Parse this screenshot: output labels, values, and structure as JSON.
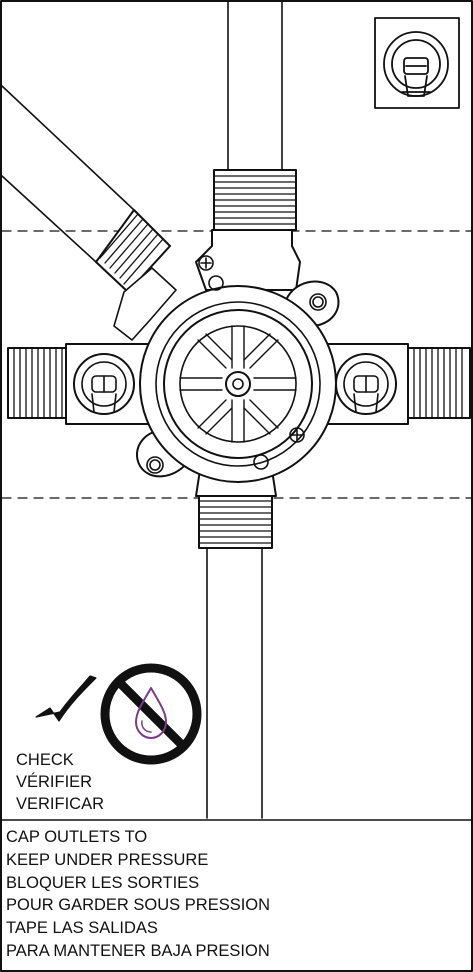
{
  "icons": {
    "inset": "valve-cartridge-inset-icon",
    "check": "checkmark-icon",
    "prohibited": "no-water-drop-icon"
  },
  "colors": {
    "line": "#111111",
    "drop": "#7a3c86",
    "background": "#ffffff"
  },
  "check_labels": [
    "CHECK",
    "VÉRIFIER",
    "VERIFICAR"
  ],
  "instructions": [
    "CAP OUTLETS TO",
    "KEEP UNDER PRESSURE",
    "BLOQUER LES SORTIES",
    "POUR GARDER SOUS PRESSION",
    "TAPE LAS SALIDAS",
    "PARA MANTENER BAJA PRESION"
  ]
}
